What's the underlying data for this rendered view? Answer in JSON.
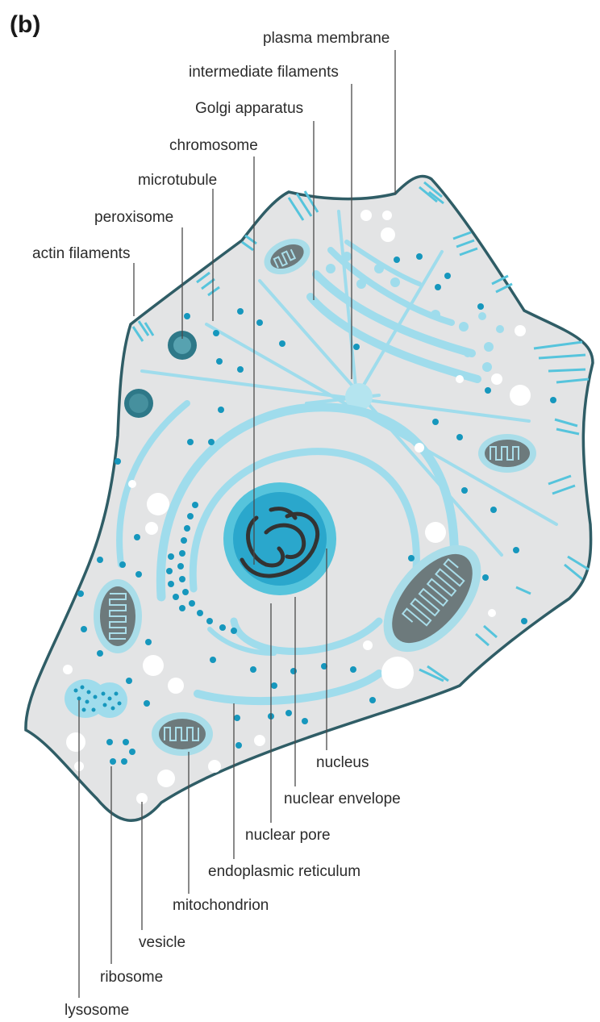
{
  "panel_label": "(b)",
  "labels": {
    "plasma_membrane": "plasma membrane",
    "intermediate_filaments": "intermediate filaments",
    "golgi_apparatus": "Golgi apparatus",
    "chromosome": "chromosome",
    "microtubule": "microtubule",
    "peroxisome": "peroxisome",
    "actin_filaments": "actin filaments",
    "nucleus": "nucleus",
    "nuclear_envelope": "nuclear envelope",
    "nuclear_pore": "nuclear pore",
    "endoplasmic_reticulum": "endoplasmic reticulum",
    "mitochondrion": "mitochondrion",
    "vesicle": "vesicle",
    "ribosome": "ribosome",
    "lysosome": "lysosome"
  },
  "colors": {
    "cytoplasm": "#e3e4e5",
    "membrane": "#2f5d66",
    "light_cyan": "#9fdcec",
    "mid_cyan": "#56c4dc",
    "nucleus": "#2aa7cc",
    "ribosome": "#1697bd",
    "mitochondrion": "#6d7a7c",
    "chromosome": "#333333",
    "peroxisome": "#2e7888"
  }
}
